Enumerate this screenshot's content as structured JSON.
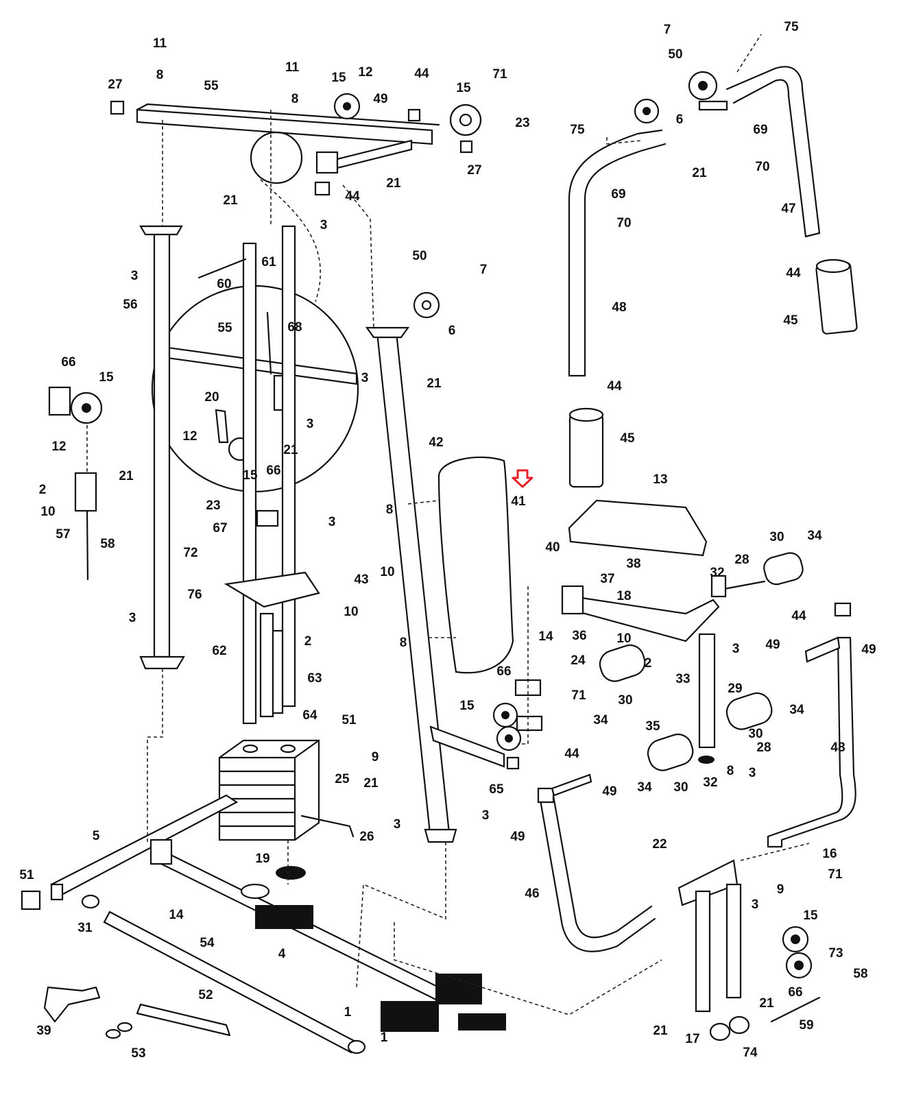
{
  "diagram": {
    "type": "exploded parts diagram",
    "highlight": {
      "part": "41",
      "icon": "down-arrow-outline-icon",
      "color": "#e8202a"
    },
    "part_labels": [
      "11",
      "8",
      "27",
      "55",
      "11",
      "8",
      "15",
      "12",
      "49",
      "44",
      "15",
      "71",
      "23",
      "27",
      "21",
      "44",
      "21",
      "3",
      "61",
      "60",
      "3",
      "56",
      "55",
      "68",
      "20",
      "3",
      "12",
      "21",
      "66",
      "15",
      "66",
      "15",
      "12",
      "21",
      "2",
      "10",
      "57",
      "58",
      "23",
      "67",
      "3",
      "72",
      "76",
      "10",
      "2",
      "3",
      "62",
      "63",
      "64",
      "51",
      "25",
      "26",
      "5",
      "51",
      "19",
      "14",
      "31",
      "54",
      "4",
      "52",
      "39",
      "53",
      "1",
      "1",
      "50",
      "7",
      "6",
      "3",
      "21",
      "42",
      "41",
      "43",
      "10",
      "8",
      "8",
      "66",
      "71",
      "15",
      "9",
      "21",
      "3",
      "65",
      "3",
      "44",
      "49",
      "49",
      "46",
      "7",
      "75",
      "50",
      "6",
      "75",
      "69",
      "21",
      "70",
      "69",
      "70",
      "47",
      "48",
      "44",
      "45",
      "44",
      "45",
      "13",
      "40",
      "38",
      "37",
      "18",
      "32",
      "28",
      "30",
      "34",
      "14",
      "36",
      "10",
      "24",
      "2",
      "3",
      "33",
      "29",
      "30",
      "34",
      "35",
      "30",
      "28",
      "8",
      "3",
      "34",
      "30",
      "32",
      "34",
      "44",
      "49",
      "49",
      "48",
      "22",
      "16",
      "71",
      "9",
      "3",
      "15",
      "73",
      "58",
      "66",
      "21",
      "59",
      "21",
      "17",
      "74"
    ]
  }
}
